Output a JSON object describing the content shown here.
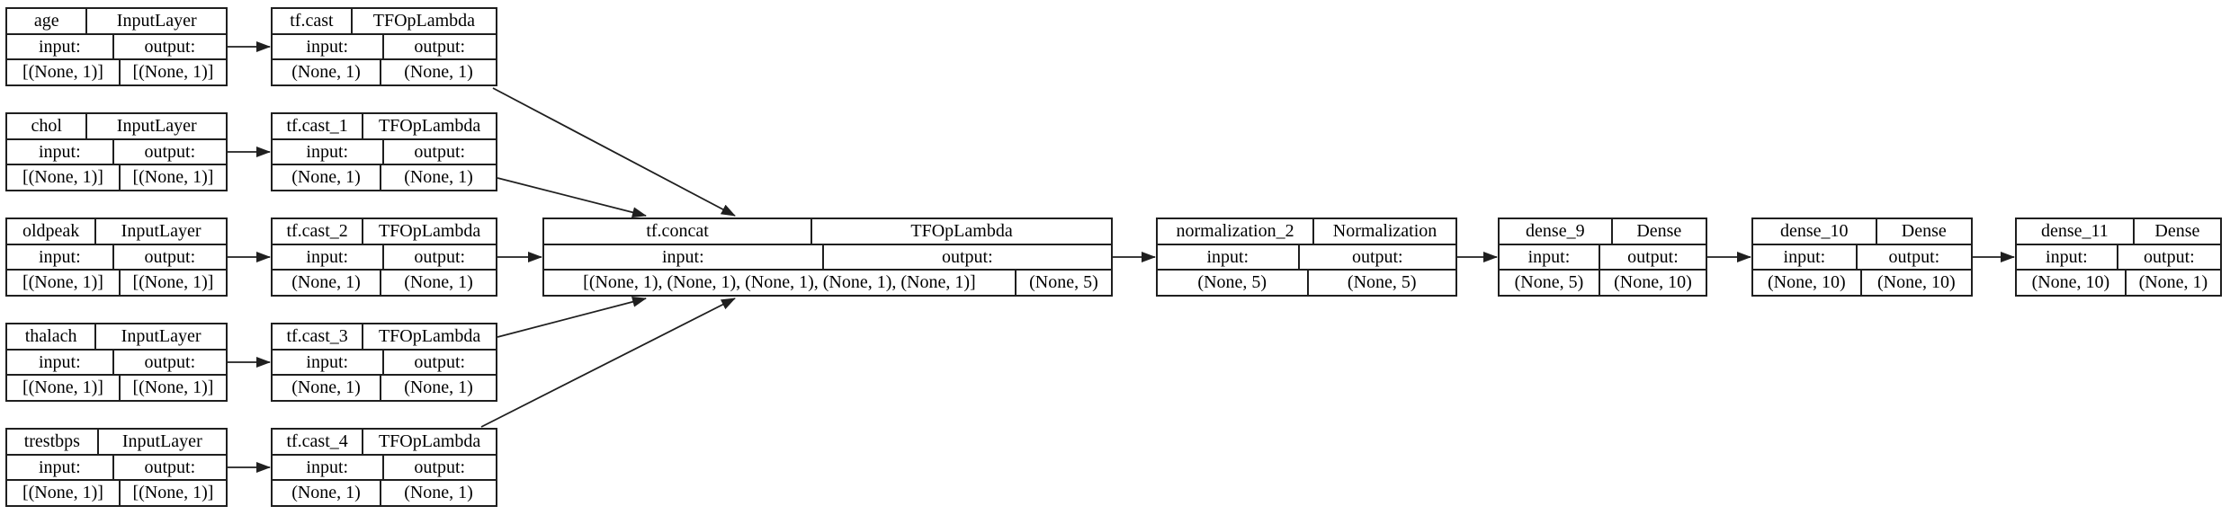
{
  "diagram": {
    "kind": "keras-model-graph",
    "colors": {
      "border": "#1f1f1f",
      "background": "#ffffff",
      "text": "#000000"
    },
    "nodes": [
      {
        "id": "age",
        "name": "age",
        "type": "InputLayer",
        "input_label": "input:",
        "output_label": "output:",
        "input_shape": "[(None, 1)]",
        "output_shape": "[(None, 1)]"
      },
      {
        "id": "chol",
        "name": "chol",
        "type": "InputLayer",
        "input_label": "input:",
        "output_label": "output:",
        "input_shape": "[(None, 1)]",
        "output_shape": "[(None, 1)]"
      },
      {
        "id": "oldpeak",
        "name": "oldpeak",
        "type": "InputLayer",
        "input_label": "input:",
        "output_label": "output:",
        "input_shape": "[(None, 1)]",
        "output_shape": "[(None, 1)]"
      },
      {
        "id": "thalach",
        "name": "thalach",
        "type": "InputLayer",
        "input_label": "input:",
        "output_label": "output:",
        "input_shape": "[(None, 1)]",
        "output_shape": "[(None, 1)]"
      },
      {
        "id": "trestbps",
        "name": "trestbps",
        "type": "InputLayer",
        "input_label": "input:",
        "output_label": "output:",
        "input_shape": "[(None, 1)]",
        "output_shape": "[(None, 1)]"
      },
      {
        "id": "tf.cast",
        "name": "tf.cast",
        "type": "TFOpLambda",
        "input_label": "input:",
        "output_label": "output:",
        "input_shape": "(None, 1)",
        "output_shape": "(None, 1)"
      },
      {
        "id": "tf.cast_1",
        "name": "tf.cast_1",
        "type": "TFOpLambda",
        "input_label": "input:",
        "output_label": "output:",
        "input_shape": "(None, 1)",
        "output_shape": "(None, 1)"
      },
      {
        "id": "tf.cast_2",
        "name": "tf.cast_2",
        "type": "TFOpLambda",
        "input_label": "input:",
        "output_label": "output:",
        "input_shape": "(None, 1)",
        "output_shape": "(None, 1)"
      },
      {
        "id": "tf.cast_3",
        "name": "tf.cast_3",
        "type": "TFOpLambda",
        "input_label": "input:",
        "output_label": "output:",
        "input_shape": "(None, 1)",
        "output_shape": "(None, 1)"
      },
      {
        "id": "tf.cast_4",
        "name": "tf.cast_4",
        "type": "TFOpLambda",
        "input_label": "input:",
        "output_label": "output:",
        "input_shape": "(None, 1)",
        "output_shape": "(None, 1)"
      },
      {
        "id": "tf.concat",
        "name": "tf.concat",
        "type": "TFOpLambda",
        "input_label": "input:",
        "output_label": "output:",
        "input_shape": "[(None, 1), (None, 1), (None, 1), (None, 1), (None, 1)]",
        "output_shape": "(None, 5)"
      },
      {
        "id": "normalization_2",
        "name": "normalization_2",
        "type": "Normalization",
        "input_label": "input:",
        "output_label": "output:",
        "input_shape": "(None, 5)",
        "output_shape": "(None, 5)"
      },
      {
        "id": "dense_9",
        "name": "dense_9",
        "type": "Dense",
        "input_label": "input:",
        "output_label": "output:",
        "input_shape": "(None, 5)",
        "output_shape": "(None, 10)"
      },
      {
        "id": "dense_10",
        "name": "dense_10",
        "type": "Dense",
        "input_label": "input:",
        "output_label": "output:",
        "input_shape": "(None, 10)",
        "output_shape": "(None, 10)"
      },
      {
        "id": "dense_11",
        "name": "dense_11",
        "type": "Dense",
        "input_label": "input:",
        "output_label": "output:",
        "input_shape": "(None, 10)",
        "output_shape": "(None, 1)"
      }
    ],
    "edges": [
      {
        "from": "age",
        "to": "tf.cast"
      },
      {
        "from": "chol",
        "to": "tf.cast_1"
      },
      {
        "from": "oldpeak",
        "to": "tf.cast_2"
      },
      {
        "from": "thalach",
        "to": "tf.cast_3"
      },
      {
        "from": "trestbps",
        "to": "tf.cast_4"
      },
      {
        "from": "tf.cast",
        "to": "tf.concat"
      },
      {
        "from": "tf.cast_1",
        "to": "tf.concat"
      },
      {
        "from": "tf.cast_2",
        "to": "tf.concat"
      },
      {
        "from": "tf.cast_3",
        "to": "tf.concat"
      },
      {
        "from": "tf.cast_4",
        "to": "tf.concat"
      },
      {
        "from": "tf.concat",
        "to": "normalization_2"
      },
      {
        "from": "normalization_2",
        "to": "dense_9"
      },
      {
        "from": "dense_9",
        "to": "dense_10"
      },
      {
        "from": "dense_10",
        "to": "dense_11"
      }
    ]
  }
}
